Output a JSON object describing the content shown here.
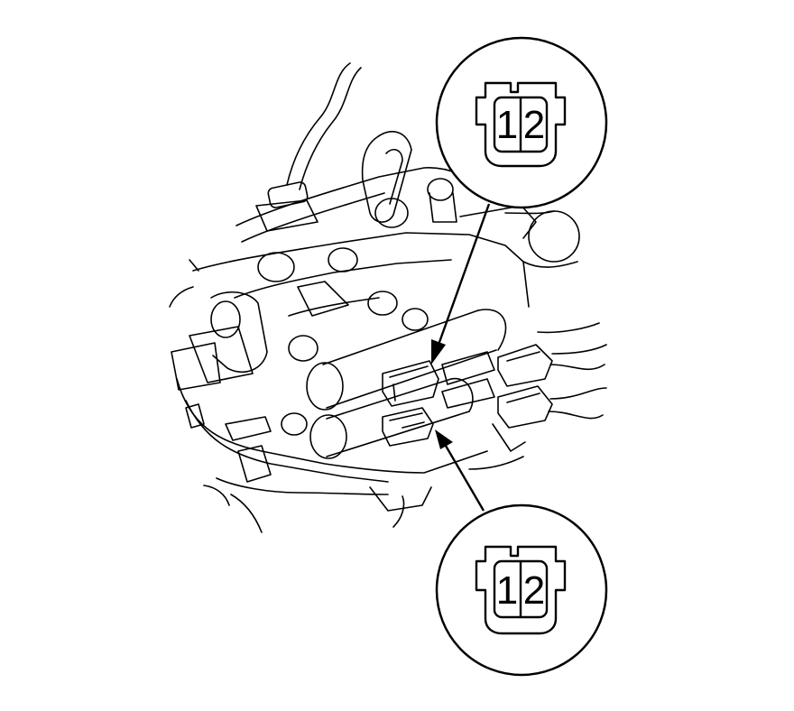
{
  "connectors": [
    {
      "position": "top",
      "pins": [
        "1",
        "2"
      ]
    },
    {
      "position": "bottom",
      "pins": [
        "1",
        "2"
      ]
    }
  ],
  "colors": {
    "line": "#000000",
    "background": "#ffffff"
  }
}
